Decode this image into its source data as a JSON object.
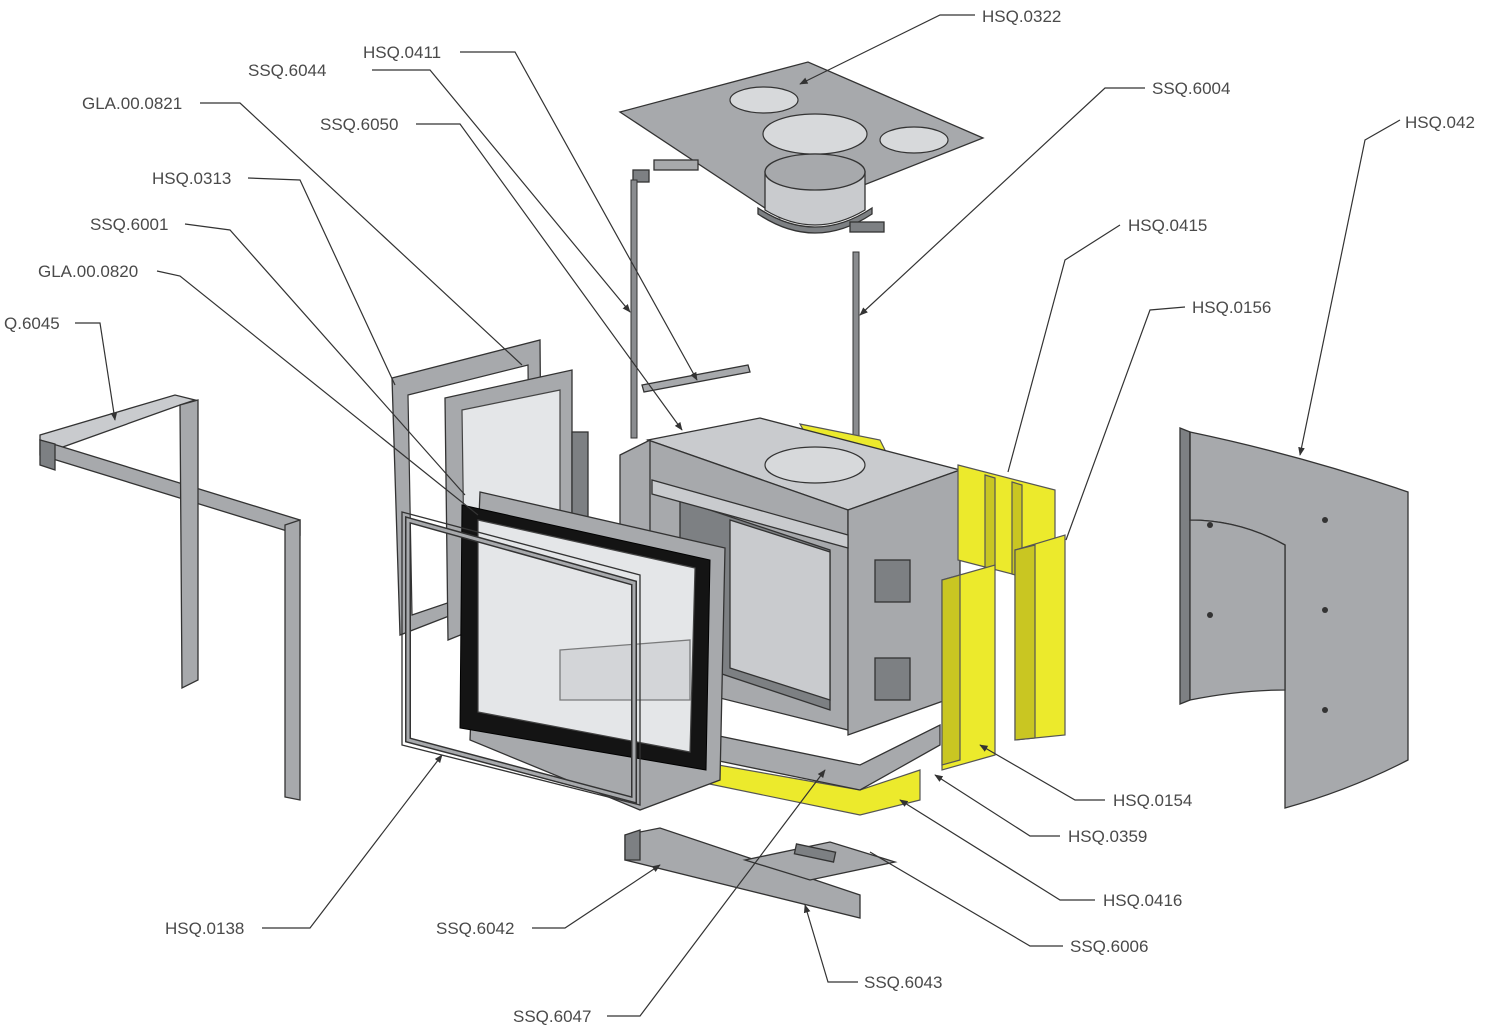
{
  "diagram": {
    "type": "exploded-parts-assembly",
    "labels": [
      {
        "id": "hsq-0322",
        "text": "HSQ.0322"
      },
      {
        "id": "hsq-0411",
        "text": "HSQ.0411"
      },
      {
        "id": "ssq-6044",
        "text": "SSQ.6044"
      },
      {
        "id": "gla-00-0821",
        "text": "GLA.00.0821"
      },
      {
        "id": "ssq-6050",
        "text": "SSQ.6050"
      },
      {
        "id": "ssq-6004",
        "text": "SSQ.6004"
      },
      {
        "id": "hsq-042",
        "text": "HSQ.042"
      },
      {
        "id": "hsq-0313",
        "text": "HSQ.0313"
      },
      {
        "id": "ssq-6001",
        "text": "SSQ.6001"
      },
      {
        "id": "hsq-0415",
        "text": "HSQ.0415"
      },
      {
        "id": "gla-00-0820",
        "text": "GLA.00.0820"
      },
      {
        "id": "hsq-0156",
        "text": "HSQ.0156"
      },
      {
        "id": "q-6045",
        "text": "Q.6045"
      },
      {
        "id": "hsq-0154",
        "text": "HSQ.0154"
      },
      {
        "id": "hsq-0359",
        "text": "HSQ.0359"
      },
      {
        "id": "hsq-0416",
        "text": "HSQ.0416"
      },
      {
        "id": "hsq-0138",
        "text": "HSQ.0138"
      },
      {
        "id": "ssq-6042",
        "text": "SSQ.6042"
      },
      {
        "id": "ssq-6006",
        "text": "SSQ.6006"
      },
      {
        "id": "ssq-6043",
        "text": "SSQ.6043"
      },
      {
        "id": "ssq-6047",
        "text": "SSQ.6047"
      }
    ],
    "colors": {
      "steel": "#a7a9ac",
      "insulation": "#ecea2c",
      "seal": "#141414",
      "label_text": "#4a4a4a",
      "leader": "#333333"
    }
  }
}
